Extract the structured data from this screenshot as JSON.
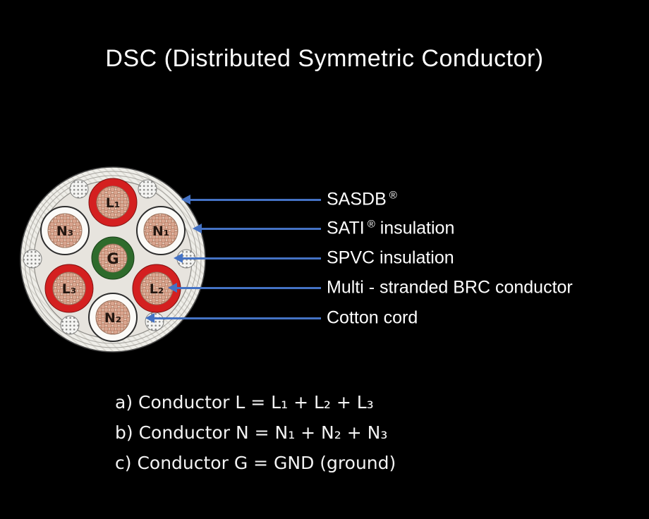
{
  "title": "DSC (Distributed Symmetric Conductor)",
  "cable": {
    "conductors": [
      {
        "id": "L1",
        "label": "L₁"
      },
      {
        "id": "N1",
        "label": "N₁"
      },
      {
        "id": "N3",
        "label": "N₃"
      },
      {
        "id": "G",
        "label": "G"
      },
      {
        "id": "L3",
        "label": "L₃"
      },
      {
        "id": "L2",
        "label": "L₂"
      },
      {
        "id": "N2",
        "label": "N₂"
      }
    ]
  },
  "callouts": [
    {
      "text": "SASDB",
      "sup": "®",
      "suffix": ""
    },
    {
      "text": "SATI",
      "sup": "®",
      "suffix": " insulation"
    },
    {
      "text": "SPVC insulation",
      "sup": "",
      "suffix": ""
    },
    {
      "text": "Multi - stranded BRC conductor",
      "sup": "",
      "suffix": ""
    },
    {
      "text": "Cotton cord",
      "sup": "",
      "suffix": ""
    }
  ],
  "notes": [
    "a) Conductor L = L₁ + L₂ + L₃",
    "b) Conductor N = N₁ + N₂ + N₃",
    "c) Conductor G = GND (ground)"
  ],
  "colors": {
    "background": "#000000",
    "arrow": "#4472C4",
    "l_ring": "#d42020",
    "g_ring": "#2e6b2c"
  }
}
